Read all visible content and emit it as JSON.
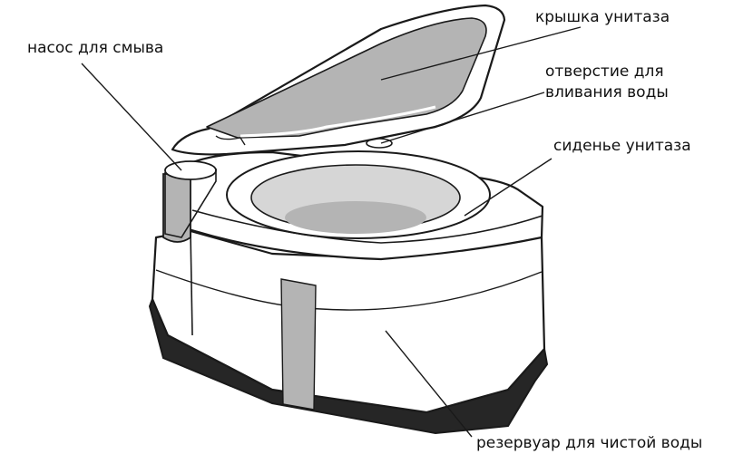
{
  "labels": {
    "lid": "крышка унитаза",
    "pump": "насос для смыва",
    "inlet_line1": "отверстие для",
    "inlet_line2": "вливания воды",
    "seat": "сиденье унитаза",
    "tank": "резервуар для чистой воды"
  },
  "colors": {
    "outline": "#1a1a1a",
    "shade": "#b4b4b4",
    "light_shade": "#d6d6d6",
    "base": "#262626",
    "background": "#ffffff"
  }
}
